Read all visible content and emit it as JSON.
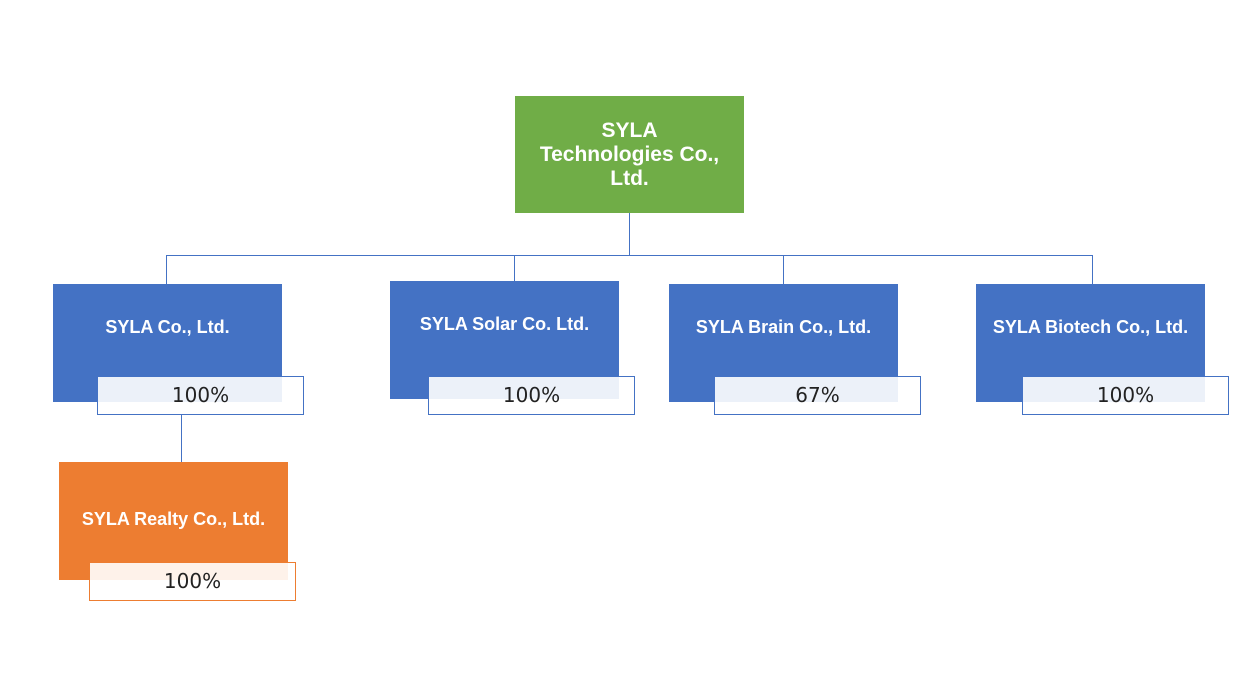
{
  "root": {
    "name": "SYLA Technologies Co., Ltd."
  },
  "subsidiaries": [
    {
      "name": "SYLA Co., Ltd.",
      "ownership": "100%"
    },
    {
      "name": "SYLA Solar Co. Ltd.",
      "ownership": "100%"
    },
    {
      "name": "SYLA Brain Co., Ltd.",
      "ownership": "67%"
    },
    {
      "name": "SYLA Biotech Co., Ltd.",
      "ownership": "100%"
    }
  ],
  "sub_subsidiaries": [
    {
      "name": "SYLA Realty Co., Ltd.",
      "ownership": "100%",
      "parent": "SYLA Co., Ltd."
    }
  ],
  "colors": {
    "root": "#70ad47",
    "subsidiary": "#4472c4",
    "sub_subsidiary": "#ed7d31"
  }
}
